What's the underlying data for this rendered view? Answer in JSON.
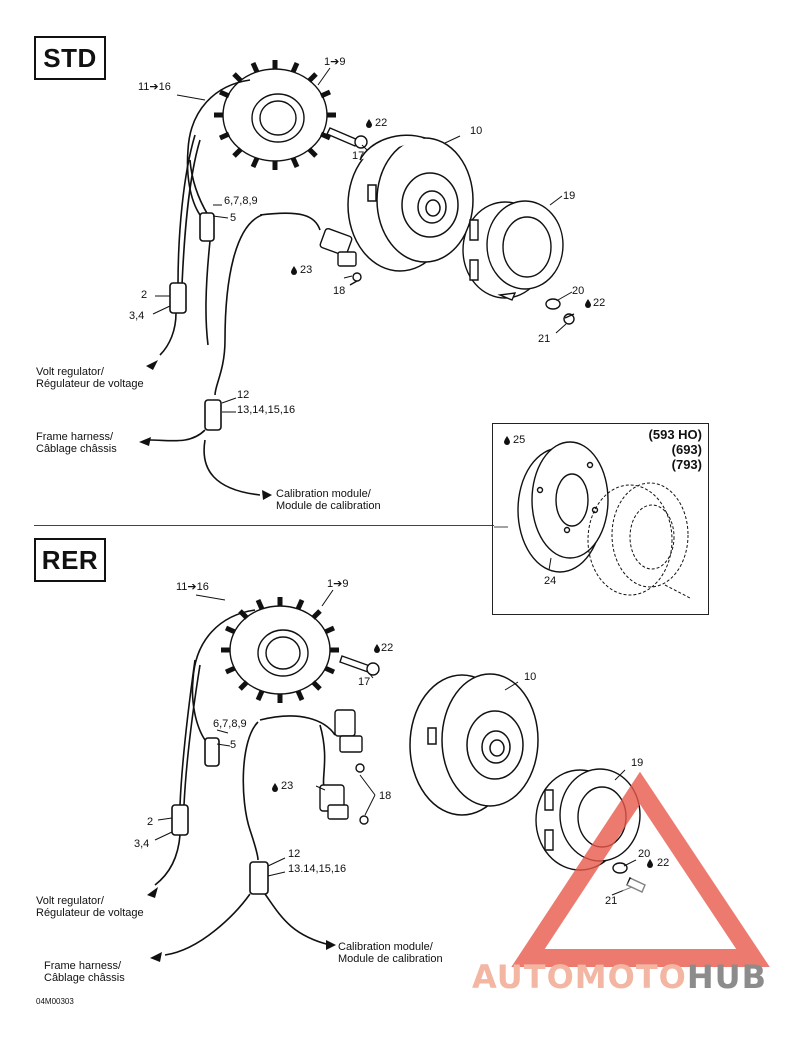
{
  "sections": {
    "std": {
      "title": "STD"
    },
    "rer": {
      "title": "RER"
    }
  },
  "std_labels": {
    "stator": "1➔9",
    "wiring": "11➔16",
    "flywheel": "10",
    "screw_torque": "22",
    "screw": "17",
    "connector_a": "6,7,8,9",
    "connector_b": "5",
    "sensor_torque": "23",
    "sensor_screw": "18",
    "trigger_wheel": "19",
    "washer": "20",
    "washer_torque": "22",
    "bolt": "21",
    "plug_a": "2",
    "plug_b": "3,4",
    "plug_c": "12",
    "plug_d": "13,14,15,16",
    "volt_regulator": "Volt regulator/\nRégulateur de voltage",
    "frame_harness": "Frame harness/\nCâblage châssis",
    "calibration": "Calibration module/\nModule de calibration"
  },
  "inset": {
    "ring_torque": "25",
    "ring": "24",
    "versions": "(593 HO)\n(693)\n(793)"
  },
  "rer_labels": {
    "wiring": "11➔16",
    "stator": "1➔9",
    "screw_torque": "22",
    "screw": "17",
    "flywheel": "10",
    "connector_a": "6,7,8,9",
    "connector_b": "5",
    "sensor_torque": "23",
    "sensor_screw": "18",
    "trigger_wheel": "19",
    "washer": "20",
    "washer_torque": "22",
    "bolt": "21",
    "plug_a": "2",
    "plug_b": "3,4",
    "plug_c": "12",
    "plug_d": "13.14,15,16",
    "volt_regulator": "Volt regulator/\nRégulateur de voltage",
    "frame_harness": "Frame harness/\nCâblage châssis",
    "calibration": "Calibration module/\nModule de calibration"
  },
  "figure_code": "04M00303",
  "watermark": {
    "part1": "AUTOMOTO",
    "part2": "HUB"
  },
  "colors": {
    "ink": "#111111",
    "watermark_red": "#e8594a",
    "watermark_gray": "#8c8c8c"
  }
}
